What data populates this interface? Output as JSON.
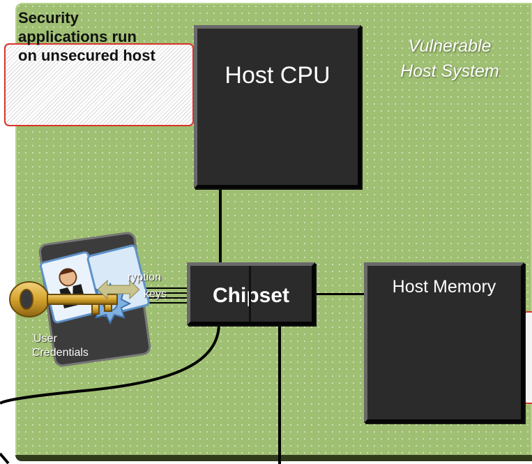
{
  "board": {
    "title_line1": "Vulnerable",
    "title_line2": "Host System"
  },
  "callout": {
    "line1": "Security",
    "line2": "applications run",
    "line3": "on unsecured host"
  },
  "chips": {
    "cpu": "Host CPU",
    "chipset": "Chipset",
    "memory": "Host Memory"
  },
  "labels": {
    "encryption_part1": "ryption",
    "encryption_part2": "keys",
    "user_credentials_1": "User",
    "user_credentials_2": "Credentials"
  },
  "colors": {
    "board": "#9fbf72",
    "callout_border": "#d9332c",
    "chip": "#2b2b2b"
  },
  "icons": [
    "hard-drive-icon",
    "id-card-icon",
    "key-icon",
    "certificate-seal-icon"
  ]
}
